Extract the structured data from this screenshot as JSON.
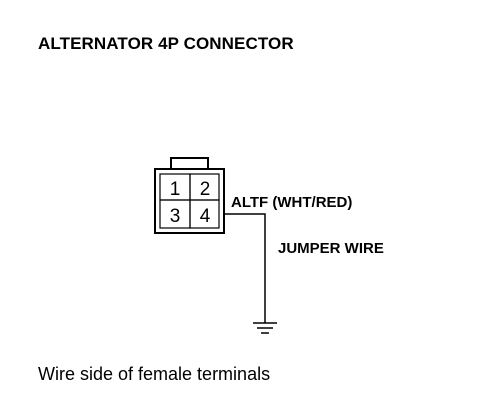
{
  "title": "ALTERNATOR 4P CONNECTOR",
  "connector": {
    "pins": [
      "1",
      "2",
      "3",
      "4"
    ]
  },
  "labels": {
    "wire": "ALTF (WHT/RED)",
    "jumper": "JUMPER WIRE"
  },
  "caption": "Wire side of female terminals"
}
